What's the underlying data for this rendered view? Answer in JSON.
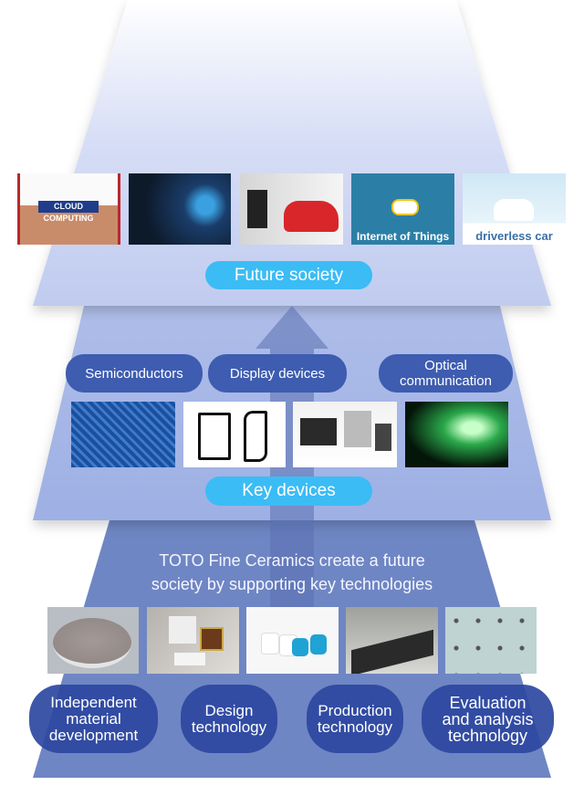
{
  "top_tier": {
    "images": [
      {
        "icon": "cloud-computing-image",
        "caption": "CLOUD COMPUTING"
      },
      {
        "icon": "car-touchscreen-image",
        "caption": ""
      },
      {
        "icon": "electric-car-charging-image",
        "caption": ""
      },
      {
        "icon": "internet-of-things-image",
        "caption": "Internet of Things"
      },
      {
        "icon": "driverless-car-image",
        "caption": "driverless car"
      }
    ],
    "label": "Future society"
  },
  "middle_tier": {
    "categories": [
      "Semiconductors",
      "Display devices",
      "Optical communication"
    ],
    "images": [
      {
        "icon": "circuit-board-image"
      },
      {
        "icon": "flexible-display-image"
      },
      {
        "icon": "display-equipment-image"
      },
      {
        "icon": "optical-fiber-image"
      }
    ],
    "label": "Key devices"
  },
  "bottom_tier": {
    "headline_line1": "TOTO Fine Ceramics create a future",
    "headline_line2": "society by supporting key technologies",
    "images": [
      {
        "icon": "ceramic-chuck-image"
      },
      {
        "icon": "ceramic-package-image"
      },
      {
        "icon": "ceramic-nozzles-image"
      },
      {
        "icon": "ceramic-beams-image"
      },
      {
        "icon": "ceramic-pins-image"
      }
    ],
    "technologies": [
      {
        "line1": "Independent",
        "line2": "material",
        "line3": "development"
      },
      {
        "line1": "Design",
        "line2": "technology",
        "line3": ""
      },
      {
        "line1": "Production",
        "line2": "technology",
        "line3": ""
      },
      {
        "line1": "Evaluation",
        "line2": "and analysis",
        "line3": "technology"
      }
    ]
  },
  "colors": {
    "top": "#c3cdf0",
    "middle": "#a3b4e6",
    "bottom": "#6f86c4",
    "accent": "#3bbcf5"
  }
}
